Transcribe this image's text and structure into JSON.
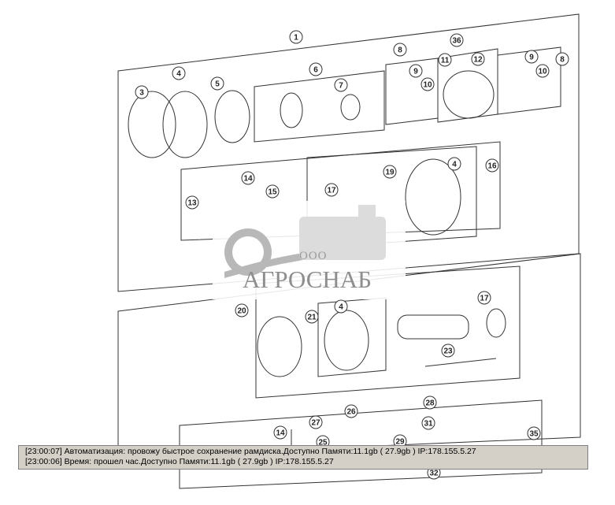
{
  "diagram": {
    "callouts": [
      "1",
      "4",
      "3",
      "5",
      "6",
      "7",
      "8",
      "9",
      "10",
      "11",
      "12",
      "36",
      "9",
      "8",
      "10",
      "14",
      "13",
      "15",
      "17",
      "19",
      "4",
      "16",
      "20",
      "21",
      "4",
      "17",
      "23",
      "14",
      "27",
      "26",
      "25",
      "28",
      "31",
      "29",
      "35",
      "32"
    ]
  },
  "watermark": {
    "prefix": "ООО",
    "name": "АГРОСНАБ"
  },
  "log": {
    "lines": [
      "[23:00:07]  Автоматизация: провожу быстрое сохранение рамдиска.Доступно Памяти:11.1gb  ( 27.9gb ) IP:178.155.5.27",
      "[23:00:06]  Время: прошел час.Доступно Памяти:11.1gb  ( 27.9gb ) IP:178.155.5.27"
    ]
  },
  "colors": {
    "line": "#333333",
    "log_bg": "#d4d0c8"
  }
}
